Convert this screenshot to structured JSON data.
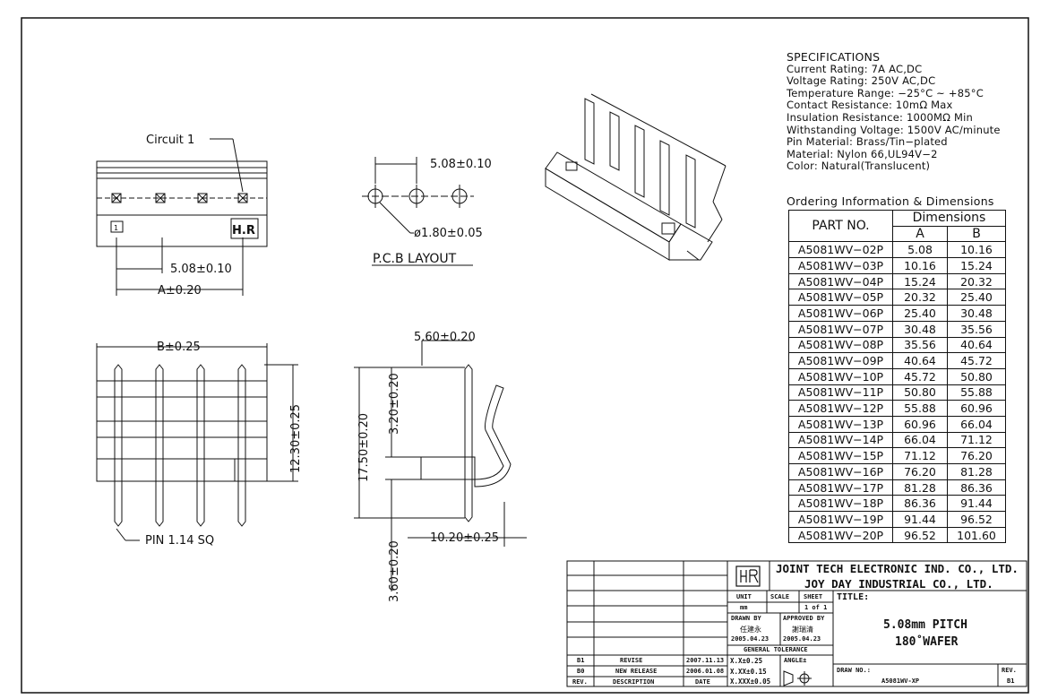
{
  "specifications": {
    "heading": "SPECIFICATIONS",
    "lines": [
      "Current Rating: 7A AC,DC",
      "Voltage Rating: 250V AC,DC",
      "Temperature Range: −25°C ~ +85°C",
      "Contact Resistance: 10mΩ Max",
      "Insulation Resistance: 1000MΩ Min",
      "Withstanding Voltage: 1500V AC/minute",
      "Pin Material: Brass/Tin−plated",
      "Material: Nylon 66,UL94V−2",
      "Color: Natural(Translucent)"
    ]
  },
  "ordering": {
    "title": "Ordering Information & Dimensions",
    "part_header": "PART NO.",
    "dim_header": "Dimensions",
    "col_a": "A",
    "col_b": "B",
    "rows": [
      [
        "A5081WV−02P",
        "5.08",
        "10.16"
      ],
      [
        "A5081WV−03P",
        "10.16",
        "15.24"
      ],
      [
        "A5081WV−04P",
        "15.24",
        "20.32"
      ],
      [
        "A5081WV−05P",
        "20.32",
        "25.40"
      ],
      [
        "A5081WV−06P",
        "25.40",
        "30.48"
      ],
      [
        "A5081WV−07P",
        "30.48",
        "35.56"
      ],
      [
        "A5081WV−08P",
        "35.56",
        "40.64"
      ],
      [
        "A5081WV−09P",
        "40.64",
        "45.72"
      ],
      [
        "A5081WV−10P",
        "45.72",
        "50.80"
      ],
      [
        "A5081WV−11P",
        "50.80",
        "55.88"
      ],
      [
        "A5081WV−12P",
        "55.88",
        "60.96"
      ],
      [
        "A5081WV−13P",
        "60.96",
        "66.04"
      ],
      [
        "A5081WV−14P",
        "66.04",
        "71.12"
      ],
      [
        "A5081WV−15P",
        "71.12",
        "76.20"
      ],
      [
        "A5081WV−16P",
        "76.20",
        "81.28"
      ],
      [
        "A5081WV−17P",
        "81.28",
        "86.36"
      ],
      [
        "A5081WV−18P",
        "86.36",
        "91.44"
      ],
      [
        "A5081WV−19P",
        "91.44",
        "96.52"
      ],
      [
        "A5081WV−20P",
        "96.52",
        "101.60"
      ]
    ]
  },
  "drawing": {
    "circuit_label": "Circuit 1",
    "pitch_dim": "5.08±0.10",
    "a_dim": "A±0.20",
    "b_dim": "B±0.25",
    "height_dim": "12.30±0.25",
    "pin_label": "PIN 1.14 SQ",
    "pcb_pitch": "5.08±0.10",
    "pcb_hole": "ø1.80±0.05",
    "pcb_layout": "P.C.B LAYOUT",
    "side_width": "5.60±0.20",
    "side_total": "17.50±0.20",
    "side_upper": "3.20±0.20",
    "side_lower": "3.60±0.20",
    "side_depth": "10.20±0.25",
    "mark_1": "1",
    "mark_hr": "H.R"
  },
  "title_block": {
    "company1": "JOINT TECH ELECTRONIC IND. CO., LTD.",
    "company2": "JOY DAY INDUSTRIAL CO., LTD.",
    "unit_label": "UNIT",
    "scale_label": "SCALE",
    "sheet_label": "SHEET",
    "unit_value": "mm",
    "sheet_value": "1 of 1",
    "title_label": "TITLE:",
    "title_line1": "5.08mm PITCH",
    "title_line2": "180˚WAFER",
    "drawn_by_label": "DRAWN BY",
    "approved_by_label": "APPROVED BY",
    "drawn_by_name": "任建永",
    "approved_by_name": "謝瑞清",
    "drawn_date": "2005.04.23",
    "approved_date": "2005.04.23",
    "gen_tol_label": "GENERAL TOLERANCE",
    "tol1": "X.X±0.25",
    "tol2": "X.XX±0.15",
    "tol3": "X.XXX±0.05",
    "angle_label": "ANGLE±",
    "drawing_no_label": "DRAW NO.:",
    "drawing_no": "A5081WV-XP",
    "rev_label": "REV.",
    "rev_value": "B1",
    "revisions": [
      {
        "rev": "B1",
        "desc": "REVISE",
        "date": "2007.11.13"
      },
      {
        "rev": "B0",
        "desc": "NEW RELEASE",
        "date": "2006.01.08"
      }
    ],
    "rev_col": "REV.",
    "desc_col": "DESCRIPTION",
    "date_col": "DATE"
  }
}
